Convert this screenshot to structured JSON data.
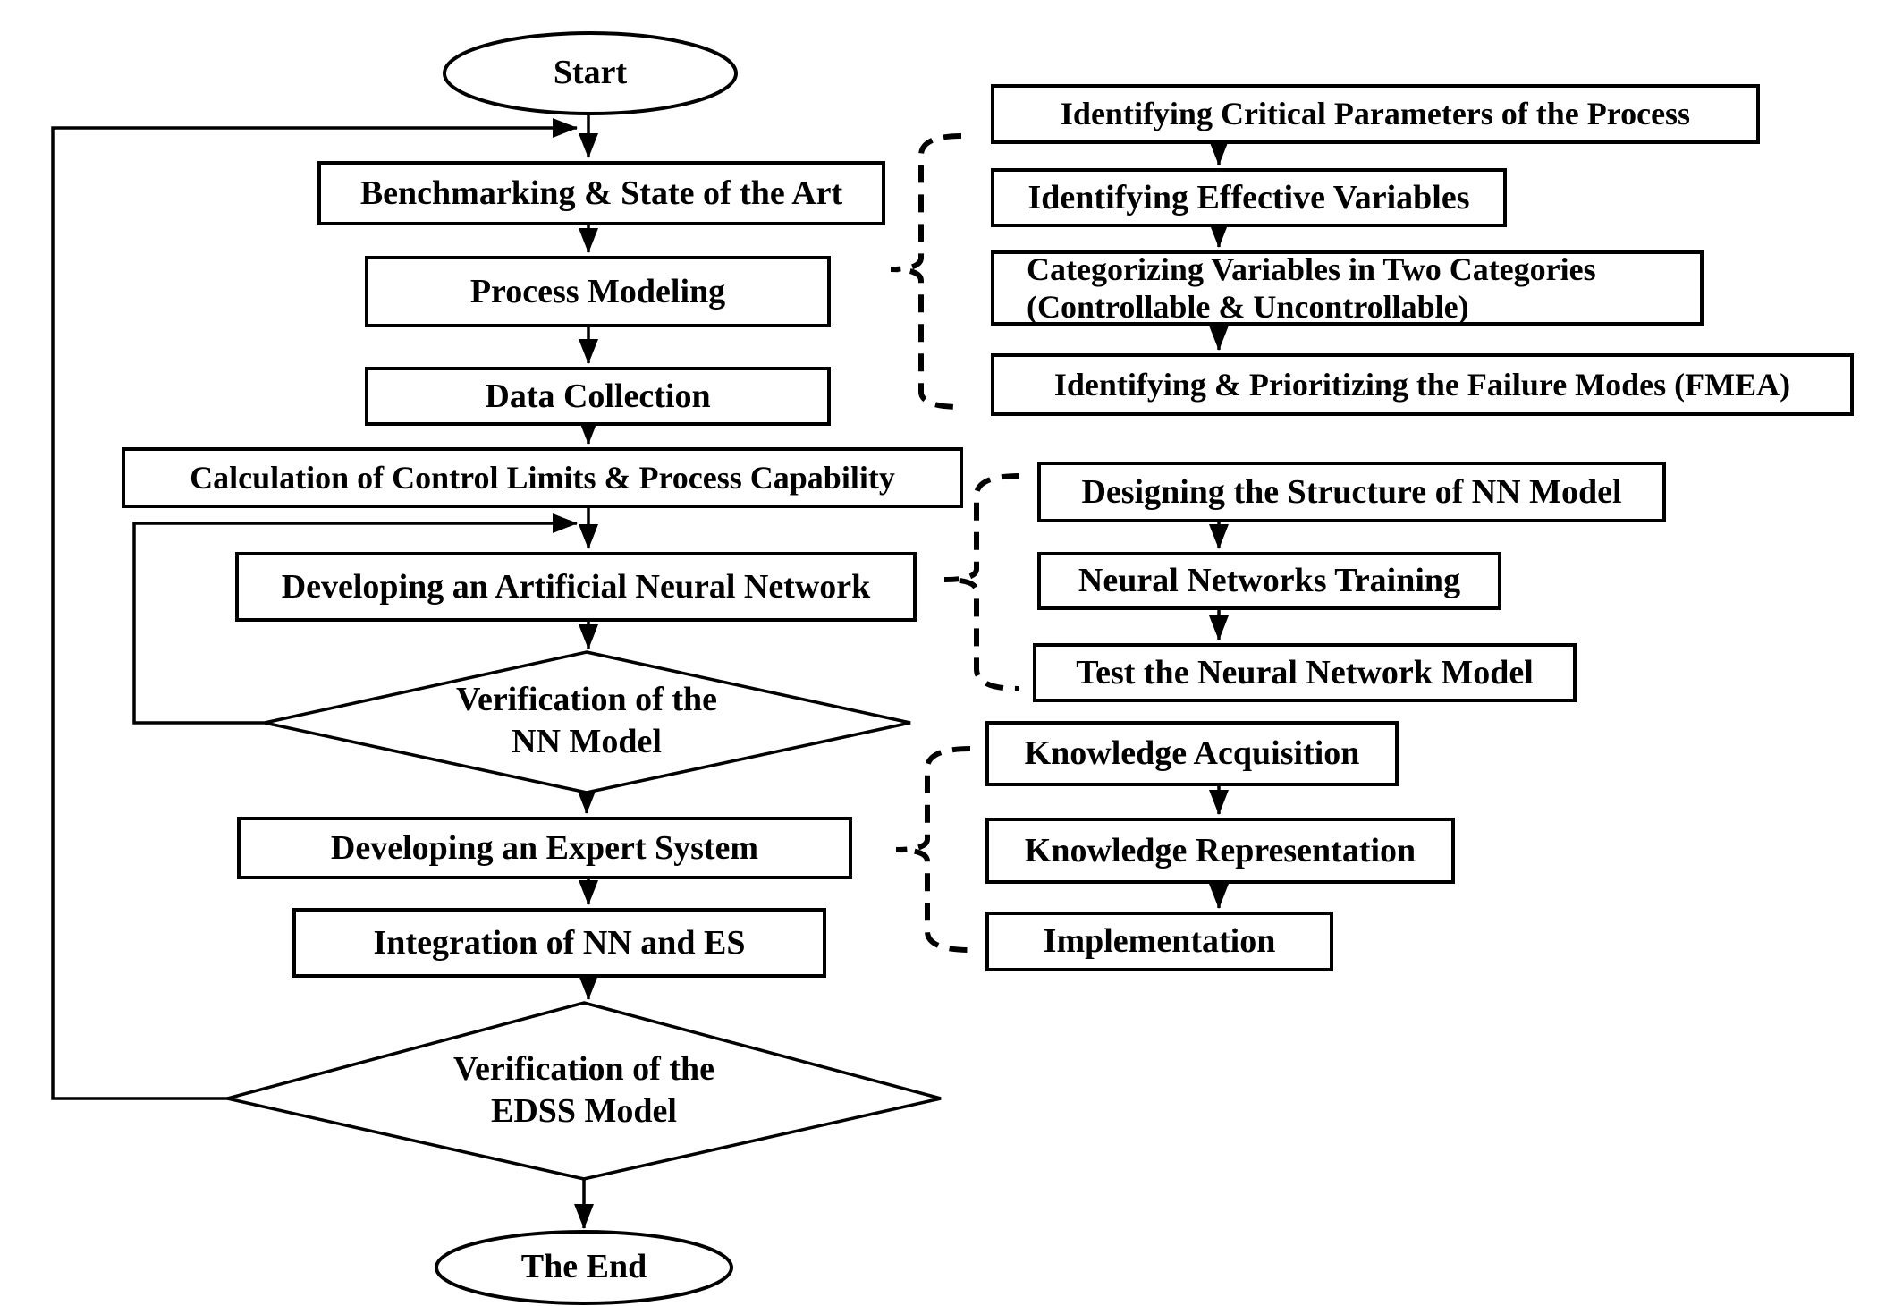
{
  "diagram": {
    "title": "EDSS development flowchart",
    "colors": {
      "ink": "#000000",
      "background": "#ffffff"
    },
    "main_flow": {
      "start": "Start",
      "benchmarking": "Benchmarking & State of the Art",
      "process_modeling": "Process Modeling",
      "data_collection": "Data Collection",
      "calculation": "Calculation of Control Limits & Process Capability",
      "develop_ann": "Developing an Artificial Neural Network",
      "verify_nn_line1": "Verification of the",
      "verify_nn_line2": "NN Model",
      "develop_es": "Developing an Expert System",
      "integration": "Integration of NN and ES",
      "verify_edss_line1": "Verification of the",
      "verify_edss_line2": "EDSS Model",
      "end": "The End"
    },
    "process_modeling_sub": {
      "step1": "Identifying Critical Parameters of the Process",
      "step2": "Identifying Effective Variables",
      "step3_line1": "Categorizing Variables in Two Categories",
      "step3_line2": "(Controllable & Uncontrollable)",
      "step4": "Identifying & Prioritizing the Failure Modes (FMEA)"
    },
    "ann_sub": {
      "step1": "Designing the Structure of NN Model",
      "step2": "Neural Networks Training",
      "step3": "Test the Neural Network Model"
    },
    "es_sub": {
      "step1": "Knowledge Acquisition",
      "step2": "Knowledge Representation",
      "step3": "Implementation"
    }
  }
}
